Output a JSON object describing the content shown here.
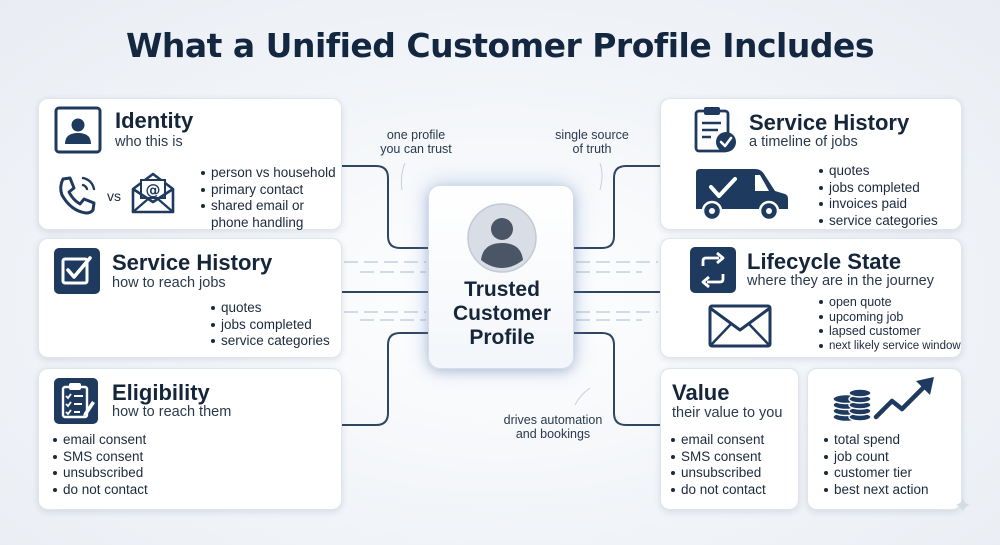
{
  "title": "What a Unified Customer Profile Includes",
  "center": {
    "label_lines": [
      "Trusted",
      "Customer",
      "Profile"
    ]
  },
  "notes": {
    "top_left": [
      "one profile",
      "you can trust"
    ],
    "top_right": [
      "single source",
      "of truth"
    ],
    "bottom": [
      "drives automation",
      "and bookings"
    ]
  },
  "cards": {
    "identity": {
      "heading": "Identity",
      "sub": "who this is",
      "vs": "vs",
      "bullets": [
        "person vs household",
        "primary contact",
        "shared email or",
        "phone handling"
      ]
    },
    "service_history_left": {
      "heading": "Service History",
      "sub": "how to reach jobs",
      "bullets": [
        "quotes",
        "jobs completed",
        "service categories"
      ]
    },
    "eligibility": {
      "heading": "Eligibility",
      "sub": "how to reach them",
      "bullets": [
        "email consent",
        "SMS consent",
        "unsubscribed",
        "do not contact"
      ]
    },
    "service_history_right": {
      "heading": "Service History",
      "sub": "a timeline of jobs",
      "bullets": [
        "quotes",
        "jobs completed",
        "invoices paid",
        "service categories"
      ]
    },
    "lifecycle": {
      "heading": "Lifecycle State",
      "sub": "where they are in the journey",
      "bullets": [
        "open quote",
        "upcoming job",
        "lapsed customer",
        "next likely service window"
      ]
    },
    "value": {
      "heading": "Value",
      "sub": "their value to you",
      "bullets": [
        "email consent",
        "SMS consent",
        "unsubscribed",
        "do not contact"
      ]
    },
    "value_metrics": {
      "bullets": [
        "total spend",
        "job count",
        "customer tier",
        "best next action"
      ]
    }
  },
  "icons": {
    "identity": "person-card-icon",
    "phone": "phone-icon",
    "email": "email-envelope-icon",
    "service_history_left": "checkbox-icon",
    "eligibility": "clipboard-checklist-icon",
    "service_history_right": "clipboard-check-icon",
    "van": "delivery-van-icon",
    "lifecycle": "cycle-arrows-icon",
    "envelope": "envelope-icon",
    "coins": "coins-growth-icon"
  },
  "colors": {
    "accent": "#1f3a5f",
    "card_border": "#dfe5ec",
    "glow": "#8fb2e4"
  }
}
